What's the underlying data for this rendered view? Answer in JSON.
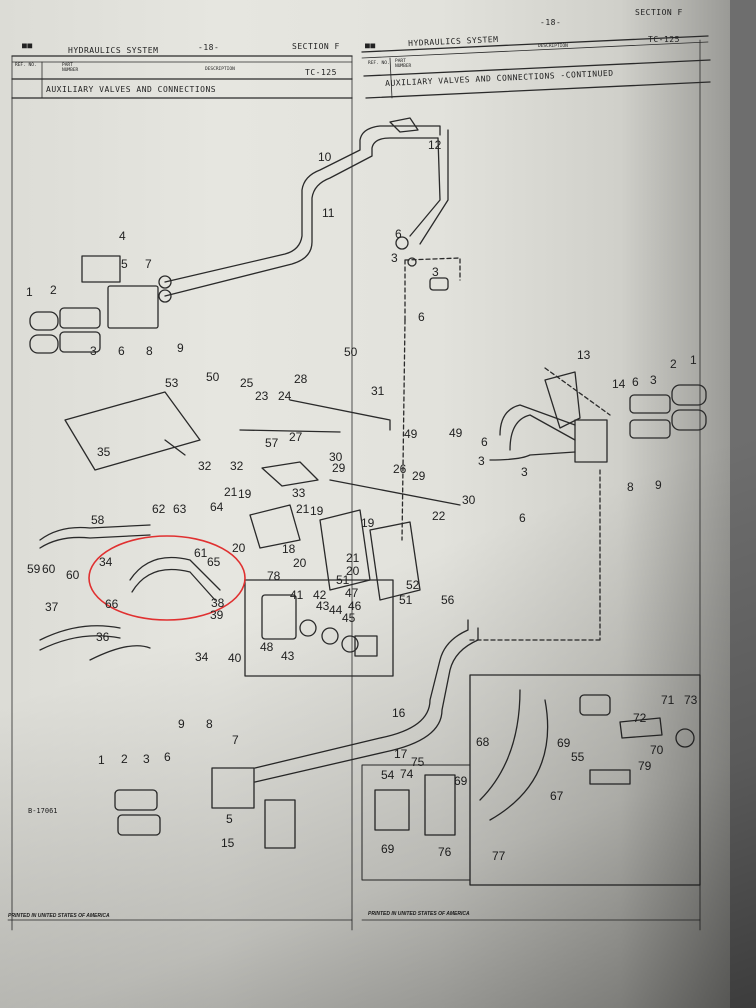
{
  "left_header": {
    "title": "HYDRAULICS SYSTEM",
    "page": "-18-",
    "section": "SECTION F",
    "col_ref": "REF. NO.",
    "col_part": "PART NUMBER",
    "col_desc": "DESCRIPTION",
    "model": "TC-125",
    "subtitle": "AUXILIARY VALVES AND CONNECTIONS"
  },
  "right_header": {
    "title": "HYDRAULICS SYSTEM",
    "page": "-18-",
    "section": "SECTION F",
    "col_ref": "REF. NO.",
    "col_part": "PART NUMBER",
    "col_desc": "DESCRIPTION",
    "model": "TC-125",
    "subtitle": "AUXILIARY VALVES AND CONNECTIONS  -CONTINUED"
  },
  "figure_id": "B-17061",
  "footer_left": "PRINTED IN UNITED STATES OF AMERICA",
  "footer_right": "PRINTED IN UNITED STATES OF AMERICA",
  "callouts": {
    "c1": "1",
    "c2": "2",
    "c3": "3",
    "c4": "4",
    "c5": "5",
    "c6": "6",
    "c7": "7",
    "c8": "8",
    "c9": "9",
    "c10": "10",
    "c11": "11",
    "c12": "12",
    "c13": "13",
    "c14": "14",
    "c15": "15",
    "c16": "16",
    "c17": "17",
    "c18": "18",
    "c19": "19",
    "c20": "20",
    "c21": "21",
    "c22": "22",
    "c23": "23",
    "c24": "24",
    "c25": "25",
    "c26": "26",
    "c27": "27",
    "c28": "28",
    "c29": "29",
    "c30": "30",
    "c31": "31",
    "c32": "32",
    "c33": "33",
    "c34": "34",
    "c35": "35",
    "c36": "36",
    "c37": "37",
    "c38": "38",
    "c39": "39",
    "c40": "40",
    "c41": "41",
    "c42": "42",
    "c43": "43",
    "c44": "44",
    "c45": "45",
    "c46": "46",
    "c47": "47",
    "c48": "48",
    "c49": "49",
    "c50": "50",
    "c51": "51",
    "c52": "52",
    "c53": "53",
    "c54": "54",
    "c55": "55",
    "c56": "56",
    "c57": "57",
    "c58": "58",
    "c59": "59",
    "c60": "60",
    "c61": "61",
    "c62": "62",
    "c63": "63",
    "c64": "64",
    "c65": "65",
    "c66": "66",
    "c67": "67",
    "c68": "68",
    "c69": "69",
    "c70": "70",
    "c71": "71",
    "c72": "72",
    "c73": "73",
    "c74": "74",
    "c75": "75",
    "c76": "76",
    "c77": "77",
    "c78": "78",
    "c79": "79"
  },
  "highlight_color": "#e03030"
}
